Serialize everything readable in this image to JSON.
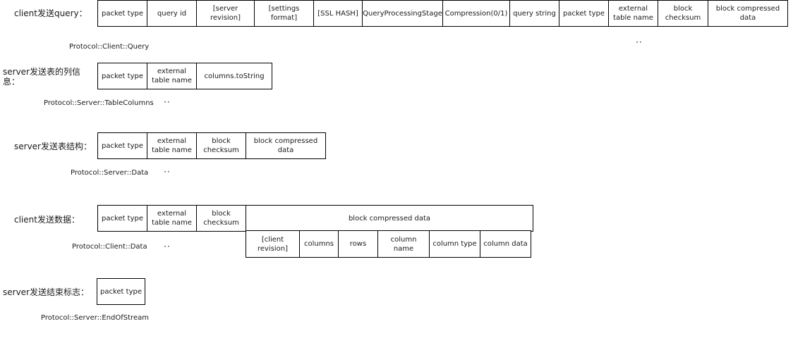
{
  "sections": [
    {
      "title": "client发送query：",
      "protocol": "Protocol::Client::Query",
      "fields": [
        "packet type",
        "query id",
        "[server revision]",
        "[settings format]",
        "[SSL HASH]",
        "QueryProcessingStage",
        "Compression(0/1)",
        "query string",
        "packet type",
        "external table name",
        "block checksum",
        "block compressed data"
      ],
      "continuation": "··"
    },
    {
      "title": "server发送表的列信息：",
      "protocol": "Protocol::Server::TableColumns",
      "fields": [
        "packet type",
        "external table name",
        "columns.toString"
      ],
      "continuation": "··"
    },
    {
      "title": "server发送表结构：",
      "protocol": "Protocol::Server::Data",
      "fields": [
        "packet type",
        "external table name",
        "block checksum",
        "block compressed data"
      ],
      "continuation": "··"
    },
    {
      "title": "client发送数据：",
      "protocol": "Protocol::Client::Data",
      "fields": [
        "packet type",
        "external table name",
        "block checksum",
        "block compressed data"
      ],
      "subfields": [
        "[client revision]",
        "columns",
        "rows",
        "column name",
        "column type",
        "column data"
      ],
      "continuation": "··"
    },
    {
      "title": "server发送结束标志：",
      "protocol": "Protocol::Server::EndOfStream",
      "fields": [
        "packet type"
      ]
    }
  ]
}
